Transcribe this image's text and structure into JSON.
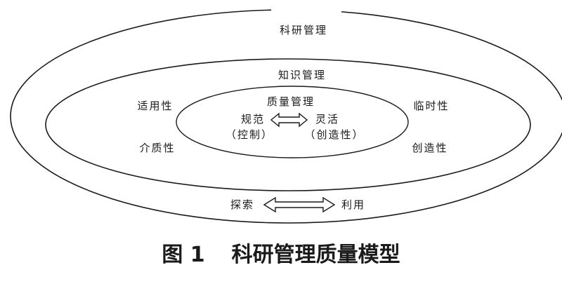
{
  "outer_ring": {
    "label": "科研管理"
  },
  "middle_ring": {
    "label": "知识管理"
  },
  "inner_ring": {
    "label": "质量管理",
    "left_label": "规范",
    "left_sub": "（控制）",
    "right_label": "灵活",
    "right_sub": "（创造性）"
  },
  "side_labels": {
    "top_left": "适用性",
    "bottom_left": "介质性",
    "top_right": "临时性",
    "bottom_right": "创造性"
  },
  "bottom_pair": {
    "left": "探索",
    "right": "利用"
  },
  "caption": {
    "figure": "图 1",
    "title": "科研管理质量模型"
  }
}
